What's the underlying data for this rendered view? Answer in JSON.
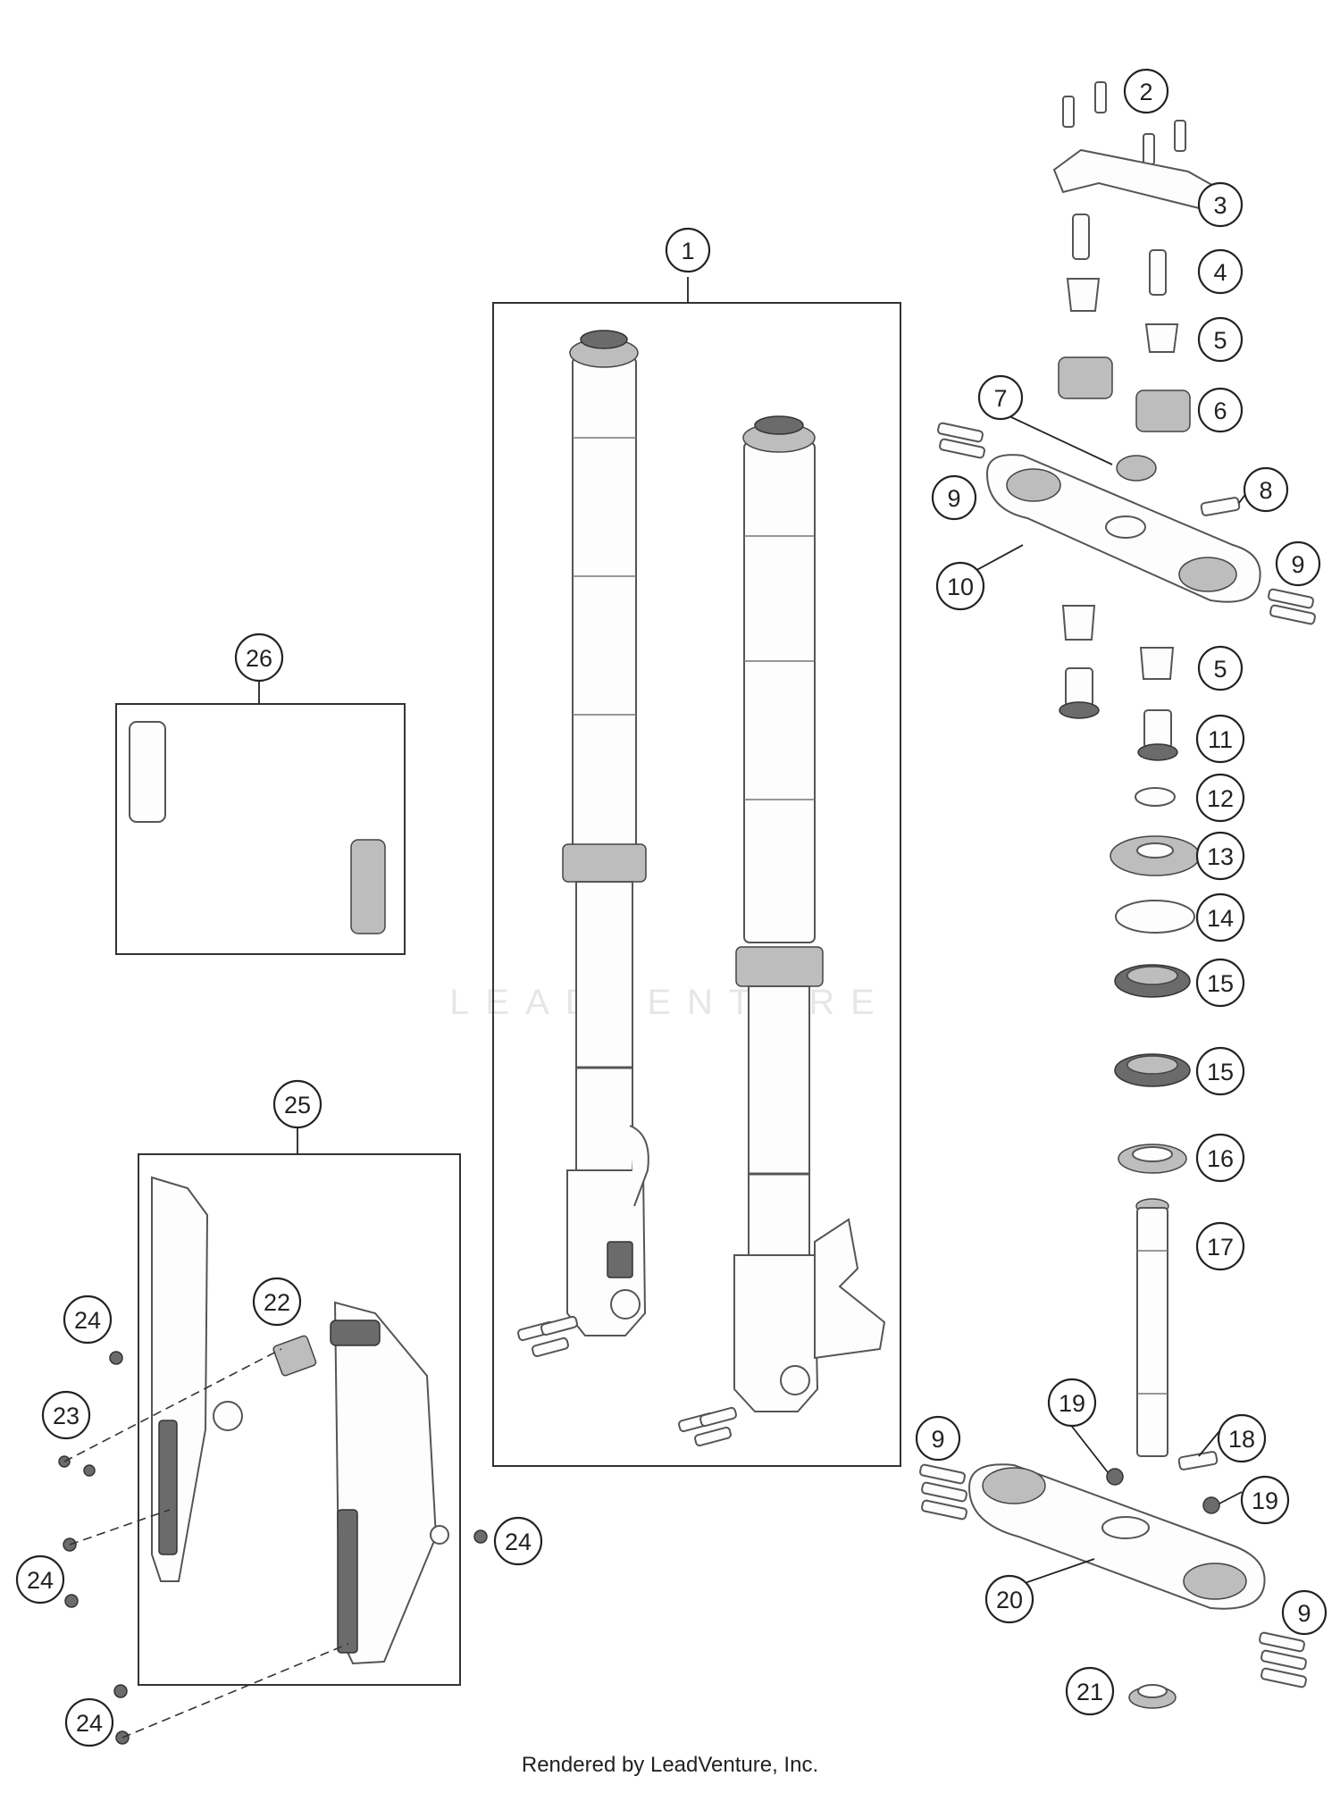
{
  "diagram": {
    "callouts": [
      "1",
      "2",
      "3",
      "4",
      "5",
      "6",
      "7",
      "8",
      "9",
      "10",
      "11",
      "12",
      "13",
      "14",
      "15",
      "16",
      "17",
      "18",
      "19",
      "20",
      "21",
      "22",
      "23",
      "24",
      "25",
      "26"
    ]
  },
  "watermark": "LEADVENTURE",
  "footer": "Rendered by LeadVenture, Inc."
}
